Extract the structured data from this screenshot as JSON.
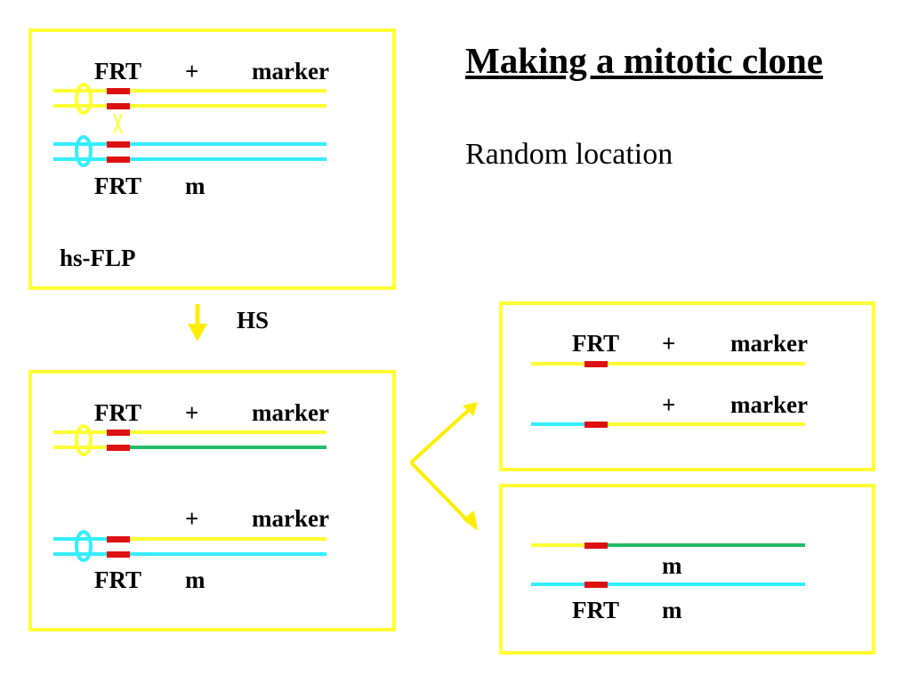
{
  "title": "Making a mitotic clone",
  "subtitle": "Random location",
  "colors": {
    "box_border": "#ffff33",
    "chromosome_plus": "#ffff33",
    "chromosome_m": "#33eeff",
    "recombined_segment": "#22bb66",
    "frt_site": "#dd1111",
    "arrow": "#ffee00"
  },
  "panel_start": {
    "top_labels": {
      "frt": "FRT",
      "plus": "+",
      "marker": "marker"
    },
    "bottom_labels": {
      "frt": "FRT",
      "m": "m"
    },
    "enzyme": "hs-FLP"
  },
  "heat_shock": {
    "label": "HS"
  },
  "panel_recombined": {
    "top_labels": {
      "frt": "FRT",
      "plus": "+",
      "marker": "marker"
    },
    "middle_labels": {
      "plus": "+",
      "marker": "marker"
    },
    "bottom_labels": {
      "frt": "FRT",
      "m": "m"
    }
  },
  "panel_daughter_marked": {
    "top_labels": {
      "frt": "FRT",
      "plus": "+",
      "marker": "marker"
    },
    "lower_labels": {
      "plus": "+",
      "marker": "marker"
    }
  },
  "panel_daughter_clone": {
    "middle_labels": {
      "m": "m"
    },
    "bottom_labels": {
      "frt": "FRT",
      "m": "m"
    }
  }
}
